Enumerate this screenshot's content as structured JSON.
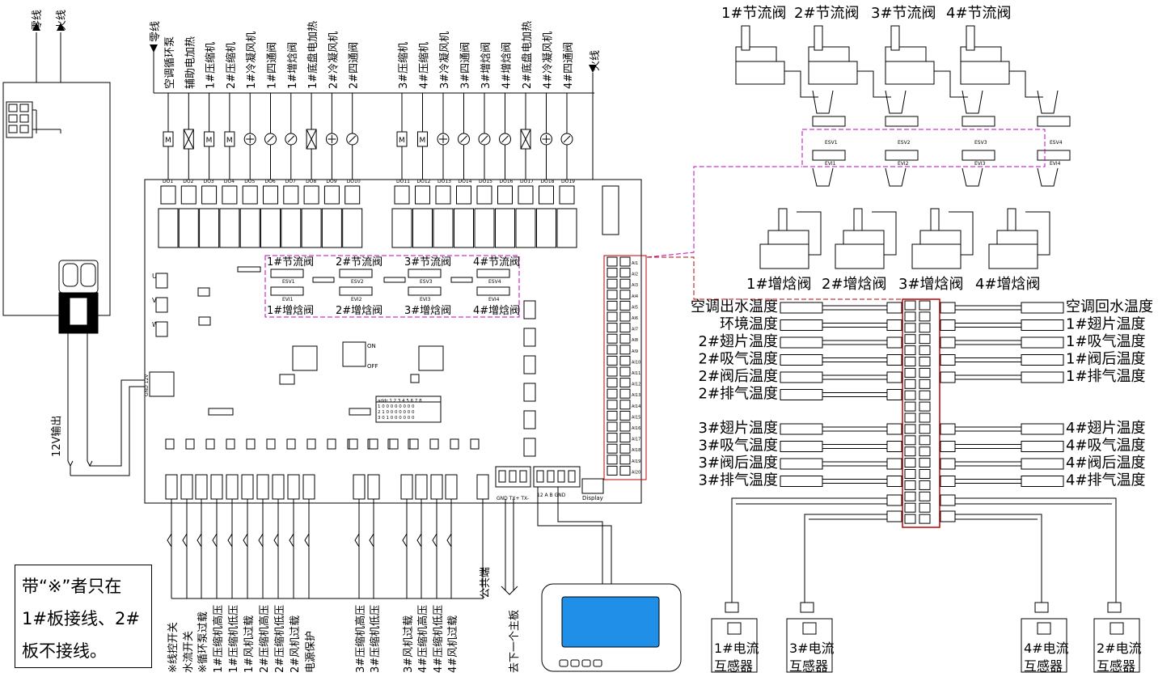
{
  "mains": {
    "neutral": "零线",
    "live": "火线"
  },
  "psu": {
    "out12v": "12V输出",
    "out_label": "12V输出",
    "jack_label": "GND 12V"
  },
  "relay_top": {
    "neutral": "零线",
    "live": "火线",
    "loads": [
      {
        "label": "空调循环泵",
        "sym": "M",
        "code": "DO1"
      },
      {
        "label": "辅助电加热",
        "sym": "H",
        "code": "DO2"
      },
      {
        "label": "1#压缩机",
        "sym": "M",
        "code": "DO3"
      },
      {
        "label": "2#压缩机",
        "sym": "M",
        "code": "DO4"
      },
      {
        "label": "1#冷凝风机",
        "sym": "F",
        "code": "DO5"
      },
      {
        "label": "1#四通阀",
        "sym": "V",
        "code": "DO6"
      },
      {
        "label": "1#增焓阀",
        "sym": "V",
        "code": "DO7"
      },
      {
        "label": "1#底盘电加热",
        "sym": "H",
        "code": "DO8"
      },
      {
        "label": "2#冷凝风机",
        "sym": "F",
        "code": "DO9"
      },
      {
        "label": "2#四通阀",
        "sym": "V",
        "code": "DO10"
      },
      {
        "label": "3#压缩机",
        "sym": "M",
        "code": "DO11"
      },
      {
        "label": "4#压缩机",
        "sym": "M",
        "code": "DO12"
      },
      {
        "label": "3#冷凝风机",
        "sym": "F",
        "code": "DO13"
      },
      {
        "label": "3#四通阀",
        "sym": "V",
        "code": "DO14"
      },
      {
        "label": "3#增焓阀",
        "sym": "V",
        "code": "DO15"
      },
      {
        "label": "4#增焓阀",
        "sym": "V",
        "code": "DO16"
      },
      {
        "label": "2#底盘电加热",
        "sym": "H",
        "code": "DO17"
      },
      {
        "label": "4#冷凝风机",
        "sym": "F",
        "code": "DO18"
      },
      {
        "label": "4#四通阀",
        "sym": "V",
        "code": "DO19"
      }
    ]
  },
  "board_valves": {
    "throttle": [
      "1#节流阀",
      "2#节流阀",
      "3#节流阀",
      "4#节流阀"
    ],
    "enthalpy": [
      "1#增焓阀",
      "2#增焓阀",
      "3#增焓阀",
      "4#增焓阀"
    ],
    "esv": [
      "ESV1",
      "ESV2",
      "ESV3",
      "ESV4"
    ],
    "evi": [
      "EVI1",
      "EVI2",
      "EVI3",
      "EVI4"
    ]
  },
  "phase": [
    "U",
    "V",
    "W"
  ],
  "dip": {
    "on": "ON",
    "off": "OFF",
    "table_rows": [
      "addr 1 2 3 4 5 6 7 8",
      "1 0 0 0 0 0 0 0 0",
      "2 1 0 0 0 0 0 0 0",
      "3 0 1 0 0 0 0 0 0"
    ]
  },
  "valves_right": {
    "throttle": [
      "1#节流阀",
      "2#节流阀",
      "3#节流阀",
      "4#节流阀"
    ],
    "enthalpy": [
      "1#增焓阀",
      "2#增焓阀",
      "3#增焓阀",
      "4#增焓阀"
    ],
    "esv": [
      "ESV1",
      "ESV2",
      "ESV3",
      "ESV4"
    ],
    "evi": [
      "EVI1",
      "EVI2",
      "EVI3",
      "EVI4"
    ]
  },
  "sensors": {
    "left_top": [
      "空调出水温度",
      "环境温度",
      "2#翅片温度",
      "2#吸气温度",
      "2#阀后温度",
      "2#排气温度"
    ],
    "right_top": [
      "空调回水温度",
      "1#翅片温度",
      "1#吸气温度",
      "1#阀后温度",
      "1#排气温度"
    ],
    "left_bottom": [
      "3#翅片温度",
      "3#吸气温度",
      "3#阀后温度",
      "3#排气温度"
    ],
    "right_bottom": [
      "4#翅片温度",
      "4#吸气温度",
      "4#阀后温度",
      "4#排气温度"
    ]
  },
  "ai_codes": [
    "AI1",
    "AI2",
    "AI3",
    "AI4",
    "AI5",
    "AI6",
    "AI7",
    "AI8",
    "AI9",
    "AI10",
    "AI11",
    "AI12",
    "AI13",
    "AI14",
    "AI15",
    "AI16",
    "AI17",
    "AI18",
    "AI19",
    "AI20"
  ],
  "ct": [
    {
      "line1": "1#电流",
      "line2": "互感器"
    },
    {
      "line1": "3#电流",
      "line2": "互感器"
    },
    {
      "line1": "4#电流",
      "line2": "互感器"
    },
    {
      "line1": "2#电流",
      "line2": "互感器"
    }
  ],
  "inputs_left": [
    "※线控开关",
    "水流开关",
    "※循环泵过载",
    "1#压缩机高压",
    "1#压缩机低压",
    "1#风机过载",
    "2#压缩机高压",
    "2#压缩机低压",
    "2#风机过载",
    "电源保护"
  ],
  "inputs_mid": [
    "3#压缩机高压",
    "3#压缩机低压"
  ],
  "inputs_right": [
    "3#风机过载",
    "4#压缩机高压",
    "4#压缩机低压",
    "4#风机过载"
  ],
  "common": "公共端",
  "comm": {
    "label": "去下一个主板",
    "pins": "GND TX+ TX-",
    "display": "Display",
    "pins2": "12 A B GND"
  },
  "note": "带“※”者只在1#板接线、2#板不接线。"
}
